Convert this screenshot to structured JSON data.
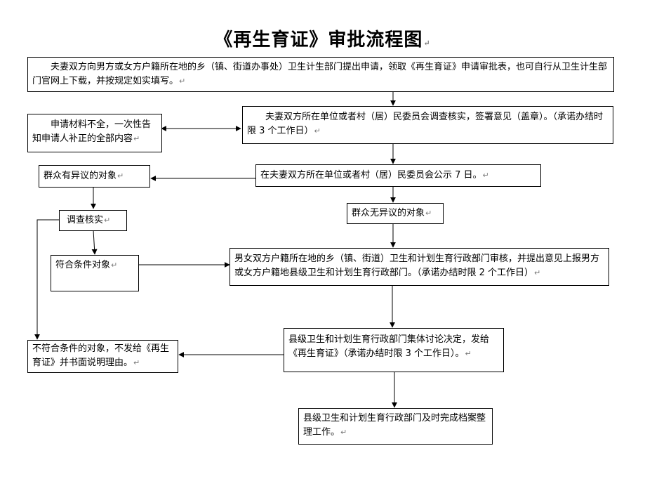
{
  "title": "《再生育证》审批流程图",
  "paragraph_mark": "↵",
  "nodes": {
    "apply": "夫妻双方向男方或女方户籍所在地的乡（镇、街道办事处）卫生计生部门提出申请，领取《再生育证》申请审批表，也可自行从卫生计生部门官网上下载，并按规定如实填写。",
    "incomplete": "申请材料不全，一次性告知申请人补正的全部内容",
    "verify_sign": "夫妻双方所在单位或者村（居）民委员会调查核实，签署意见（盖章）。（承诺办结时限 3 个工作日）",
    "objection": "群众有异议的对象",
    "publicize": "在夫妻双方所在单位或者村（居）民委员会公示 7 日。",
    "investigate": "调查核实",
    "no_objection": "群众无异议的对象",
    "qualified": "符合条件对象",
    "township_review": "男女双方户籍所在地的乡（镇、街道）卫生和计划生育行政部门审核，并提出意见上报男方或女方户籍地县级卫生和计划生育行政部门。（承诺办结时限 2 个工作日）",
    "county_decision": "县级卫生和计划生育行政部门集体讨论决定，发给《再生育证》（承诺办结时限 3 个工作日）。",
    "not_qualified": "不符合条件的对象，不发给《再生育证》并书面说明理由。",
    "archive": "县级卫生和计划生育行政部门及时完成档案整理工作。"
  }
}
